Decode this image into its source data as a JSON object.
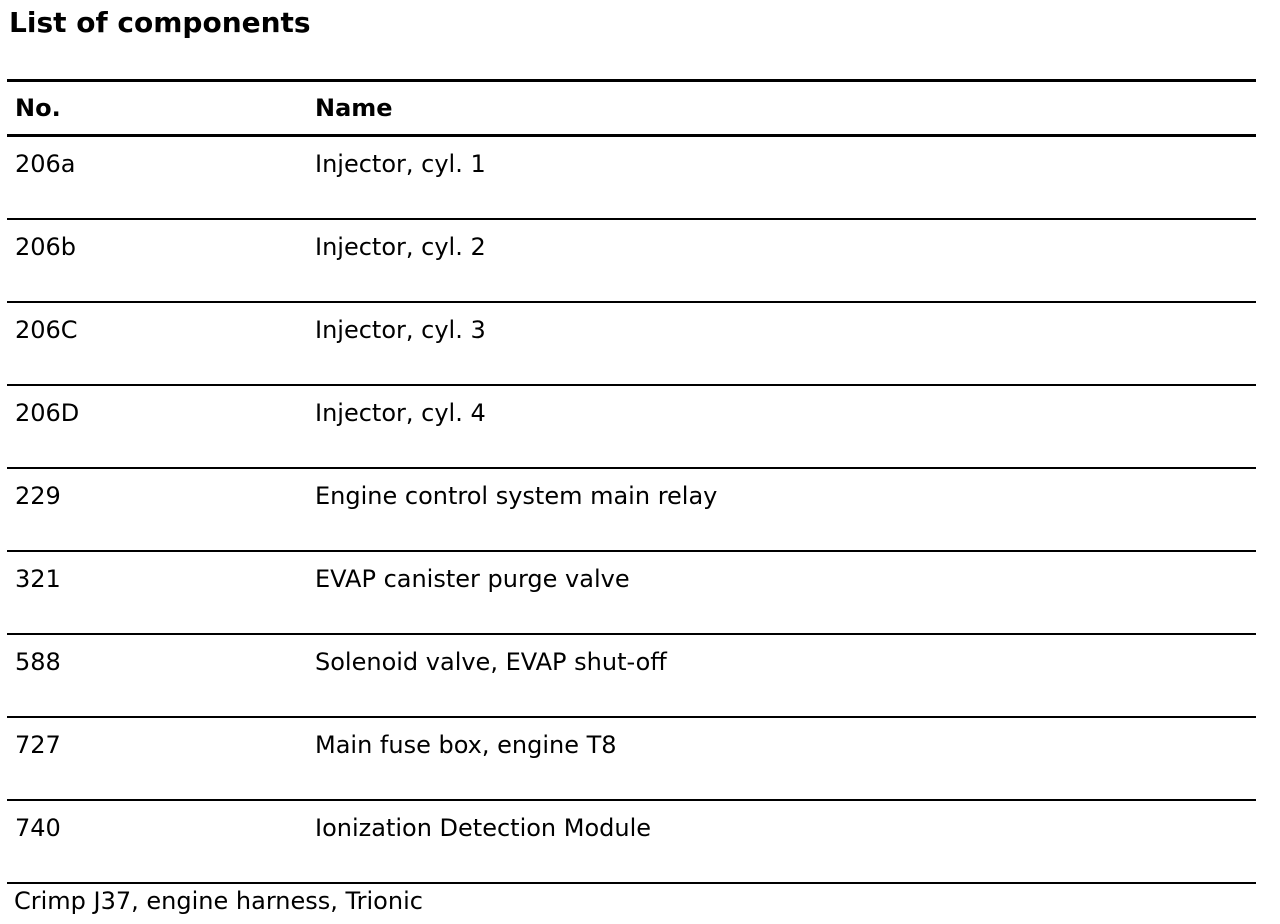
{
  "title": "List of components",
  "table": {
    "headers": {
      "no": "No.",
      "name": "Name"
    },
    "rows": [
      {
        "no": "206a",
        "name": "Injector, cyl. 1"
      },
      {
        "no": "206b",
        "name": "Injector, cyl. 2"
      },
      {
        "no": "206C",
        "name": "Injector, cyl. 3"
      },
      {
        "no": "206D",
        "name": "Injector, cyl. 4"
      },
      {
        "no": "229",
        "name": "Engine control system main relay"
      },
      {
        "no": "321",
        "name": "EVAP canister purge valve"
      },
      {
        "no": "588",
        "name": "Solenoid valve, EVAP shut-off"
      },
      {
        "no": "727",
        "name": "Main fuse box, engine T8"
      },
      {
        "no": "740",
        "name": "Ionization Detection Module"
      }
    ]
  },
  "footer": "Crimp J37, engine harness, Trionic"
}
